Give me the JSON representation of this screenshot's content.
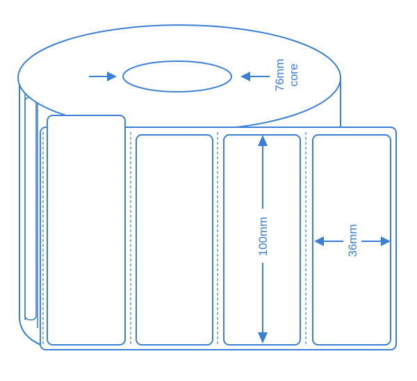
{
  "labels": {
    "core_line1": "76mm",
    "core_line2": "core",
    "height": "100mm",
    "width": "36mm"
  },
  "colors": {
    "stroke": "#3a7fd5",
    "background": "#ffffff"
  }
}
